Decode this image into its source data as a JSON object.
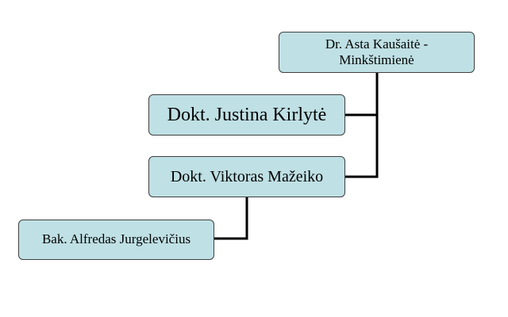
{
  "colors": {
    "node_fill": "#bfe0e4",
    "connector": "#000000",
    "node_border": "#404040"
  },
  "org_chart": {
    "root": {
      "line1": "Dr. Asta Kaušaitė -",
      "line2": "Minkštimienė"
    },
    "children": [
      {
        "label": "Dokt. Justina Kirlytė"
      },
      {
        "label": "Dokt. Viktoras Mažeiko"
      }
    ],
    "grandchildren": [
      {
        "label": "Bak. Alfredas Jurgelevičius"
      }
    ]
  }
}
